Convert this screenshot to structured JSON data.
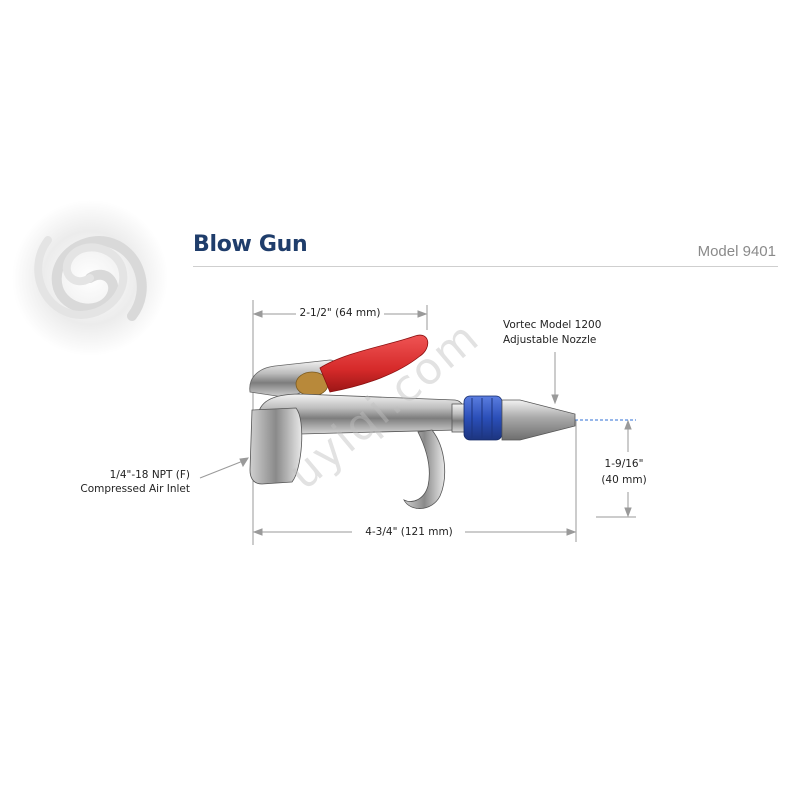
{
  "header": {
    "title": "Blow Gun",
    "model": "Model 9401"
  },
  "callouts": {
    "top_width": "2-1/2\" (64 mm)",
    "nozzle_line1": "Vortec Model 1200",
    "nozzle_line2": "Adjustable Nozzle",
    "inlet_line1": "1/4\"-18 NPT (F)",
    "inlet_line2": "Compressed Air Inlet",
    "height_line1": "1-9/16\"",
    "height_line2": "(40 mm)",
    "total_length": "4-3/4\" (121 mm)"
  },
  "watermark": "uyiqi.com",
  "colors": {
    "title": "#1f3d6b",
    "trigger": "#d62a2a",
    "collar": "#2b4fb8",
    "dim_line": "#9a9a9a",
    "axis_line": "#2f6fd6"
  }
}
